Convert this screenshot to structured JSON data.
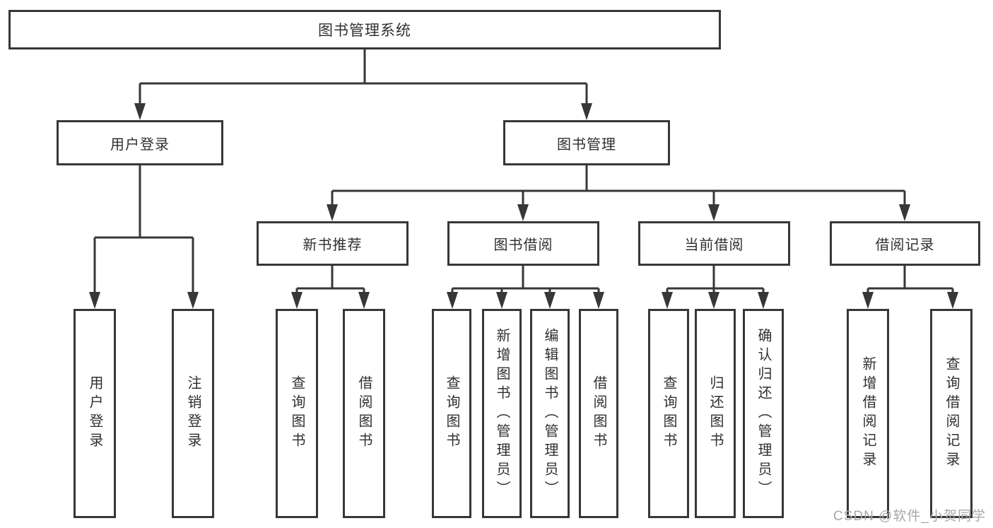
{
  "diagram": {
    "type": "tree",
    "root": {
      "label": "图书管理系统"
    },
    "children": [
      {
        "label": "用户登录",
        "children": [
          {
            "label": "用户登录"
          },
          {
            "label": "注销登录"
          }
        ]
      },
      {
        "label": "图书管理",
        "children": [
          {
            "label": "新书推荐",
            "children": [
              {
                "label": "查询图书"
              },
              {
                "label": "借阅图书"
              }
            ]
          },
          {
            "label": "图书借阅",
            "children": [
              {
                "label": "查询图书"
              },
              {
                "label": "新增图书（管理员）"
              },
              {
                "label": "编辑图书（管理员）"
              },
              {
                "label": "借阅图书"
              }
            ]
          },
          {
            "label": "当前借阅",
            "children": [
              {
                "label": "查询图书"
              },
              {
                "label": "归还图书"
              },
              {
                "label": "确认归还（管理员）"
              }
            ]
          },
          {
            "label": "借阅记录",
            "children": [
              {
                "label": "新增借阅记录"
              },
              {
                "label": "查询借阅记录"
              }
            ]
          }
        ]
      }
    ]
  },
  "watermark": {
    "text": "CSDN @软件_小贺同学"
  },
  "colors": {
    "line": "#373737",
    "text": "#303030",
    "background": "#ffffff",
    "watermark": "#a9a9a9"
  }
}
